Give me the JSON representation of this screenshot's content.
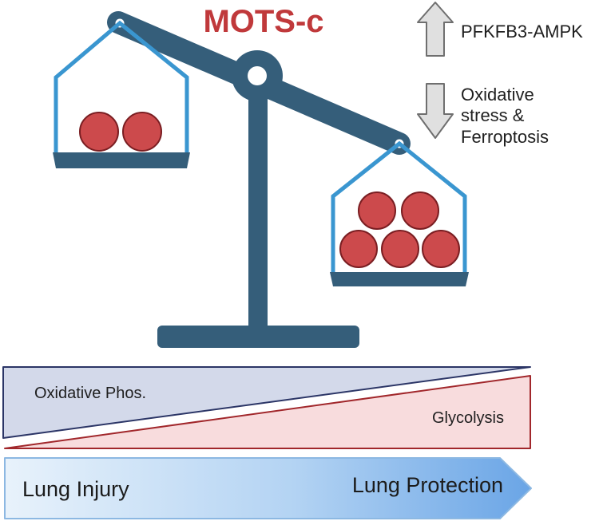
{
  "title": "MOTS-c",
  "upregulated": {
    "label": "PFKFB3-AMPK",
    "direction": "up"
  },
  "downregulated": {
    "lines": [
      "Oxidative",
      "stress &",
      "Ferroptosis"
    ],
    "direction": "down"
  },
  "left_pan": {
    "cell_count": 2
  },
  "right_pan": {
    "cell_count": 5
  },
  "gradients": {
    "top": "Oxidative Phos.",
    "bottom": "Glycolysis"
  },
  "outcome_arrow": {
    "left": "Lung Injury",
    "right": "Lung Protection"
  },
  "colors": {
    "title": "#c0393b",
    "scale": "#355e7a",
    "pan_frame": "#3a96d0",
    "cell_fill": "#cc4a4c",
    "cell_stroke": "#7a1e22",
    "arrow_fill": "#e0e0e0",
    "arrow_stroke": "#6f6f6f",
    "oxphos_fill": "#d3d9ea",
    "oxphos_stroke": "#2b3566",
    "glyco_fill": "#f8dcdd",
    "glyco_stroke": "#a1272b"
  }
}
